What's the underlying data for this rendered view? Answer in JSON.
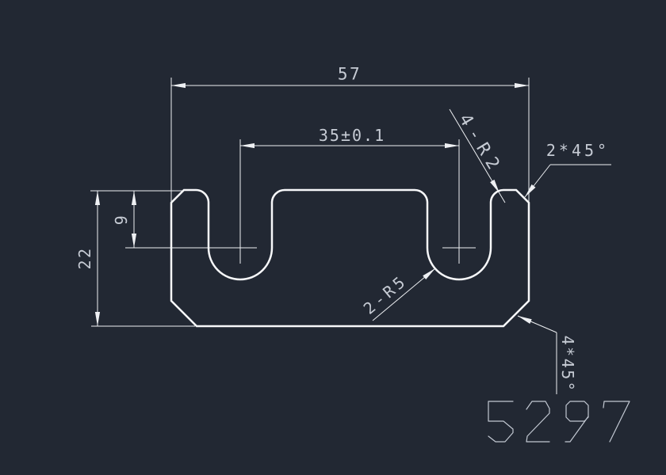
{
  "colors": {
    "background": "#222833",
    "line": "#eef0f3",
    "text": "#c6cbd4"
  },
  "dimensions": {
    "total_width": "57",
    "slot_spacing": "35±0.1",
    "slot_center_depth": "9",
    "total_height": "22",
    "fillet_note": "4-R2",
    "top_chamfer_note": "2*45°",
    "slot_radius_note": "2-R5",
    "bottom_chamfer_note": "4*45°"
  },
  "part_number": "5297"
}
